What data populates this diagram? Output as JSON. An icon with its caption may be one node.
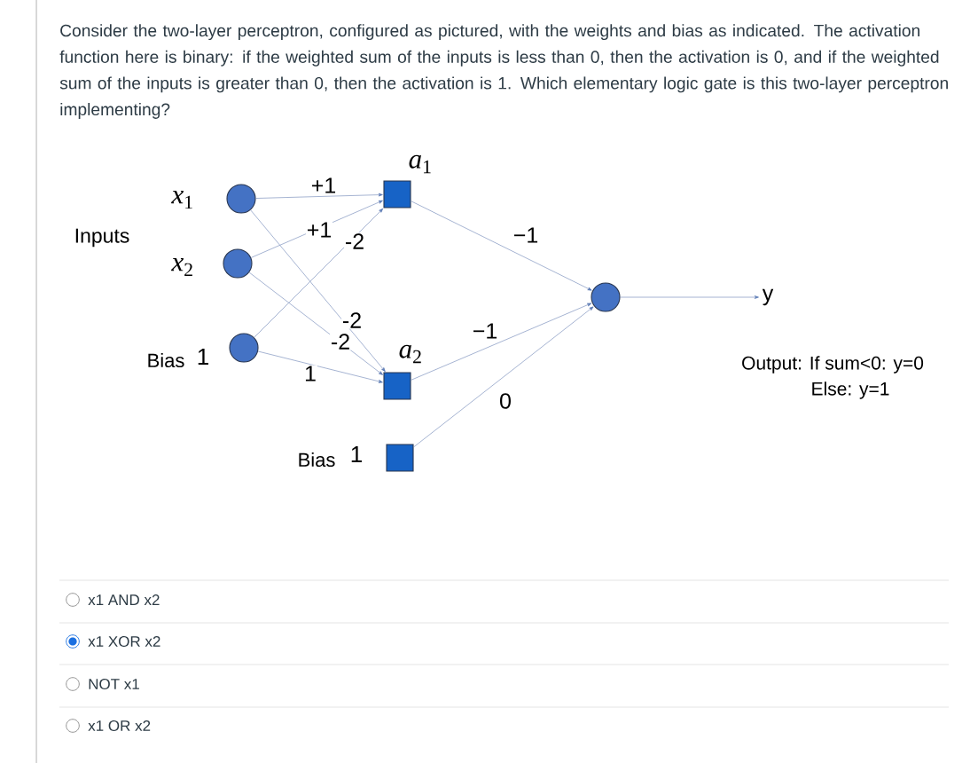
{
  "diagram": {
    "nodes": [
      {
        "text": [],
        "shape": "circle",
        "beside": [
          "*x*$_{1}$"
        ]
      },
      {
        "text": [],
        "shape": "circle",
        "beside": [
          "*x*$_{2}$"
        ]
      },
      {
        "text": [],
        "shape": "circle",
        "beside": [
          "Bias",
          "1"
        ]
      },
      {
        "text": [],
        "shape": "box",
        "beside": [
          "*a*$_{1}$"
        ]
      },
      {
        "text": [],
        "shape": "box",
        "beside": [
          "*a*$_{2}$"
        ]
      },
      {
        "text": [],
        "shape": "box",
        "beside": [
          "Bias",
          "1"
        ]
      },
      {
        "text": [],
        "shape": "circle"
      },
      {
        "text": [
          "y"
        ]
      }
    ],
    "edges": [
      {
        "from": 0,
        "to": 3,
        "arrow": "to",
        "label": "+1"
      },
      {
        "from": 1,
        "to": 3,
        "arrow": "to",
        "label": "+1"
      },
      {
        "from": 2,
        "to": 3,
        "arrow": "to",
        "label": "-2"
      },
      {
        "from": 0,
        "to": 4,
        "arrow": "to",
        "label": "-2"
      },
      {
        "from": 1,
        "to": 4,
        "arrow": "to",
        "label": "-2"
      },
      {
        "from": 2,
        "to": 4,
        "arrow": "to",
        "label": "1"
      },
      {
        "from": 3,
        "to": 6,
        "arrow": "to",
        "label": "−1"
      },
      {
        "from": 4,
        "to": 6,
        "arrow": "to",
        "label": "−1"
      },
      {
        "from": 5,
        "to": 6,
        "arrow": "to",
        "label": "0"
      },
      {
        "from": 6,
        "to": 7,
        "arrow": "to"
      }
    ],
    "labels": [
      "Consider the two-layer perceptron, configured as pictured, with the weights and bias as indicated. The activation function here is binary: if the weighted sum of the inputs is less than 0, then the activation is 0, and if the weighted sum of the inputs is greater than 0, then the activation is 1. Which elementary logic gate is this two-layer perceptron implementing?",
      "Inputs",
      "Output: If sum<0: y=0",
      "Else: y=1",
      "x1 AND x2",
      "x1 XOR x2",
      "NOT x1",
      "x1 OR x2"
    ]
  }
}
